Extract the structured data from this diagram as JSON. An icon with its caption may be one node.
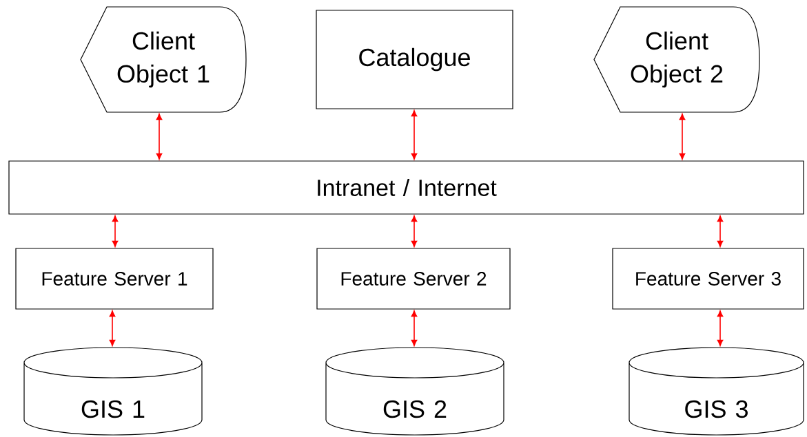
{
  "diagram": {
    "nodes": [
      {
        "text": [
          "Client Object 1"
        ]
      },
      {
        "text": [
          "Catalogue"
        ]
      },
      {
        "text": [
          "Client Object 2"
        ]
      },
      {
        "text": [
          "Intranet / Internet"
        ]
      },
      {
        "text": [
          "Feature Server 1"
        ]
      },
      {
        "text": [
          "Feature Server 2"
        ]
      },
      {
        "text": [
          "Feature Server 3"
        ]
      },
      {
        "text": [
          "GIS 1"
        ]
      },
      {
        "text": [
          "GIS 2"
        ]
      },
      {
        "text": [
          "GIS 3"
        ]
      }
    ],
    "edges": [
      {
        "from": 0,
        "to": 3,
        "arrow": "both",
        "color": "#ff0000"
      },
      {
        "from": 1,
        "to": 3,
        "arrow": "both",
        "color": "#ff0000"
      },
      {
        "from": 2,
        "to": 3,
        "arrow": "both",
        "color": "#ff0000"
      },
      {
        "from": 3,
        "to": 4,
        "arrow": "both",
        "color": "#ff0000"
      },
      {
        "from": 3,
        "to": 5,
        "arrow": "both",
        "color": "#ff0000"
      },
      {
        "from": 3,
        "to": 6,
        "arrow": "both",
        "color": "#ff0000"
      },
      {
        "from": 4,
        "to": 7,
        "arrow": "both",
        "color": "#ff0000"
      },
      {
        "from": 5,
        "to": 8,
        "arrow": "both",
        "color": "#ff0000"
      },
      {
        "from": 6,
        "to": 9,
        "arrow": "both",
        "color": "#ff0000"
      }
    ]
  }
}
